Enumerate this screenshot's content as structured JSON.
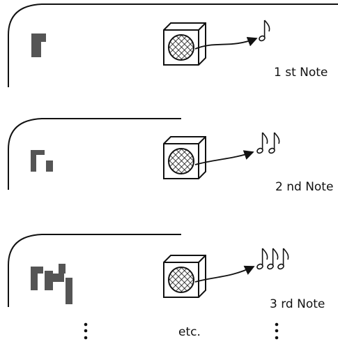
{
  "panels": [
    {
      "id": "first",
      "label": "1 st Note",
      "note_count": 1
    },
    {
      "id": "second",
      "label": "2 nd Note",
      "note_count": 2
    },
    {
      "id": "third",
      "label": "3 rd Note",
      "note_count": 3
    }
  ],
  "continuation": {
    "text": "etc."
  },
  "colors": {
    "ink": "#111111",
    "block": "#555555",
    "paper": "#ffffff"
  }
}
